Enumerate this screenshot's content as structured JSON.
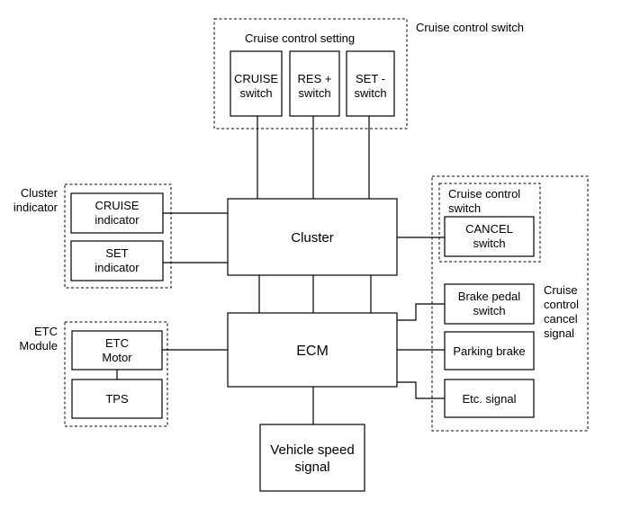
{
  "groups": {
    "cruise_control_switch": "Cruise control switch",
    "cruise_control_setting": "Cruise control setting",
    "cluster_indicator": [
      "Cluster",
      "indicator"
    ],
    "etc_module": [
      "ETC",
      "Module"
    ],
    "cancel_group": [
      "Cruise control",
      "switch"
    ],
    "cancel_signal": [
      "Cruise",
      "control",
      "cancel",
      "signal"
    ]
  },
  "blocks": {
    "cruise_switch": [
      "CRUISE",
      "switch"
    ],
    "res_switch": [
      "RES +",
      "switch"
    ],
    "set_switch": [
      "SET -",
      "switch"
    ],
    "cruise_indicator": [
      "CRUISE",
      "indicator"
    ],
    "set_indicator": [
      "SET",
      "indicator"
    ],
    "cluster": "Cluster",
    "cancel_switch": [
      "CANCEL",
      "switch"
    ],
    "brake_pedal": [
      "Brake pedal",
      "switch"
    ],
    "ecm": "ECM",
    "parking_brake": "Parking brake",
    "etc_signal": "Etc. signal",
    "etc_motor": [
      "ETC",
      "Motor"
    ],
    "tps": "TPS",
    "vehicle_speed": [
      "Vehicle speed",
      "signal"
    ]
  }
}
